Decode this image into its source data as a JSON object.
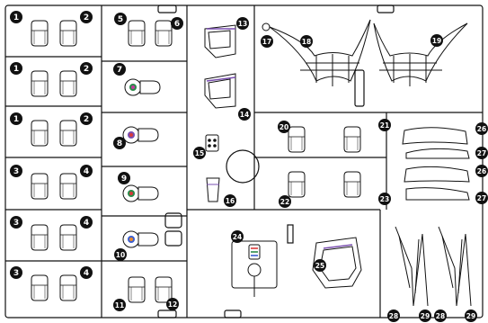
{
  "diagram": {
    "kind": "model-kit-runner-parts-map",
    "part_numbers": [
      "1",
      "2",
      "3",
      "4",
      "5",
      "6",
      "7",
      "8",
      "9",
      "10",
      "11",
      "12",
      "13",
      "14",
      "15",
      "16",
      "17",
      "18",
      "19",
      "20",
      "21",
      "22",
      "23",
      "24",
      "25",
      "26",
      "27",
      "28",
      "29"
    ],
    "colors": {
      "line": "#111111",
      "badge_fill": "#111111",
      "badge_text": "#ffffff",
      "paper": "#ffffff",
      "accent_red": "#d83a3a",
      "accent_orange": "#e98b2a",
      "accent_green": "#2a8a4a",
      "accent_purple": "#7a4fb0",
      "accent_blue": "#3b5fd0",
      "accent_magenta": "#c0399a"
    }
  },
  "badges": [
    {
      "id": "b1a",
      "label": "1"
    },
    {
      "id": "b2a",
      "label": "2"
    },
    {
      "id": "b1b",
      "label": "1"
    },
    {
      "id": "b2b",
      "label": "2"
    },
    {
      "id": "b1c",
      "label": "1"
    },
    {
      "id": "b2c",
      "label": "2"
    },
    {
      "id": "b3a",
      "label": "3"
    },
    {
      "id": "b4a",
      "label": "4"
    },
    {
      "id": "b3b",
      "label": "3"
    },
    {
      "id": "b4b",
      "label": "4"
    },
    {
      "id": "b3c",
      "label": "3"
    },
    {
      "id": "b4c",
      "label": "4"
    },
    {
      "id": "b5",
      "label": "5"
    },
    {
      "id": "b6",
      "label": "6"
    },
    {
      "id": "b7",
      "label": "7"
    },
    {
      "id": "b8",
      "label": "8"
    },
    {
      "id": "b9",
      "label": "9"
    },
    {
      "id": "b10",
      "label": "10"
    },
    {
      "id": "b11",
      "label": "11"
    },
    {
      "id": "b12",
      "label": "12"
    },
    {
      "id": "b13",
      "label": "13"
    },
    {
      "id": "b14",
      "label": "14"
    },
    {
      "id": "b15",
      "label": "15"
    },
    {
      "id": "b16",
      "label": "16"
    },
    {
      "id": "b17",
      "label": "17"
    },
    {
      "id": "b18",
      "label": "18"
    },
    {
      "id": "b19",
      "label": "19"
    },
    {
      "id": "b20",
      "label": "20"
    },
    {
      "id": "b21",
      "label": "21"
    },
    {
      "id": "b22",
      "label": "22"
    },
    {
      "id": "b23",
      "label": "23"
    },
    {
      "id": "b24",
      "label": "24"
    },
    {
      "id": "b25",
      "label": "25"
    },
    {
      "id": "b26a",
      "label": "26"
    },
    {
      "id": "b27a",
      "label": "27"
    },
    {
      "id": "b26b",
      "label": "26"
    },
    {
      "id": "b27b",
      "label": "27"
    },
    {
      "id": "b28a",
      "label": "28"
    },
    {
      "id": "b29a",
      "label": "29"
    },
    {
      "id": "b28b",
      "label": "28"
    },
    {
      "id": "b29b",
      "label": "29"
    }
  ]
}
